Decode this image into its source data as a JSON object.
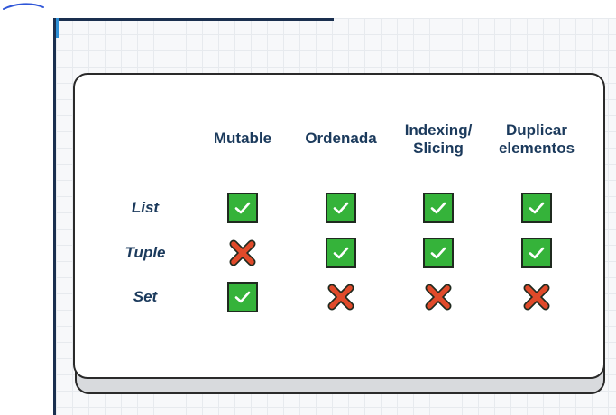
{
  "table": {
    "columns": [
      "Mutable",
      "Ordenada",
      "Indexing/\nSlicing",
      "Duplicar\nelementos"
    ],
    "rows": [
      {
        "label": "List",
        "values": [
          true,
          true,
          true,
          true
        ]
      },
      {
        "label": "Tuple",
        "values": [
          false,
          true,
          true,
          true
        ]
      },
      {
        "label": "Set",
        "values": [
          true,
          false,
          false,
          false
        ]
      }
    ]
  },
  "icons": {
    "check": "check-icon",
    "cross": "cross-icon"
  },
  "colors": {
    "heading": "#1b3a5c",
    "check_fill": "#35b33a",
    "cross_fill": "#e04a2a",
    "pen_stroke": "#2f56d8",
    "frame": "#1a2f4f"
  }
}
